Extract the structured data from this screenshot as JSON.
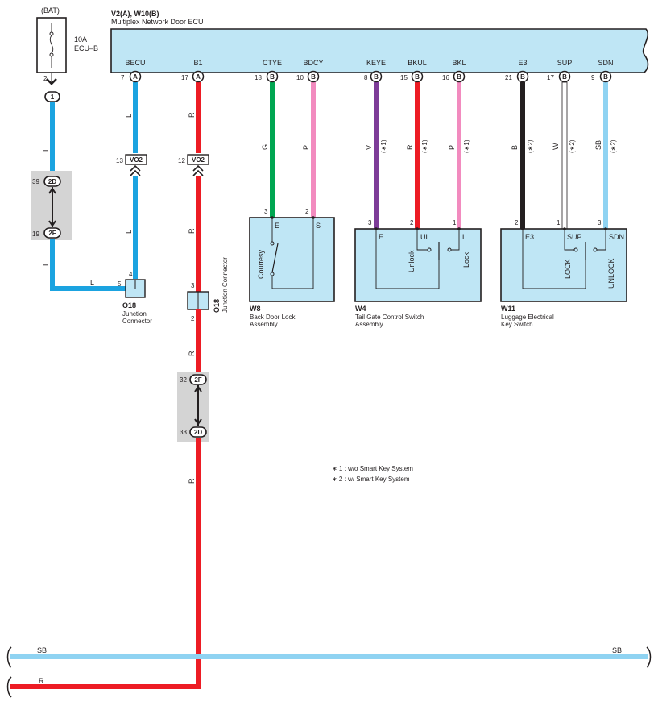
{
  "battery": {
    "label": "(BAT)",
    "fuse_rating": "10A",
    "fuse_name": "ECU–B",
    "pin_out": "2",
    "connector": "1"
  },
  "ecu": {
    "title": "V2(A), W10(B)",
    "subtitle": "Multiplex Network Door ECU",
    "terminals": [
      {
        "name": "BECU",
        "pin": "7",
        "conn": "A"
      },
      {
        "name": "B1",
        "pin": "17",
        "conn": "A"
      },
      {
        "name": "CTYE",
        "pin": "18",
        "conn": "B"
      },
      {
        "name": "BDCY",
        "pin": "10",
        "conn": "B"
      },
      {
        "name": "KEYE",
        "pin": "8",
        "conn": "B"
      },
      {
        "name": "BKUL",
        "pin": "15",
        "conn": "B"
      },
      {
        "name": "BKL",
        "pin": "16",
        "conn": "B"
      },
      {
        "name": "E3",
        "pin": "21",
        "conn": "B"
      },
      {
        "name": "SUP",
        "pin": "17",
        "conn": "B"
      },
      {
        "name": "SDN",
        "pin": "9",
        "conn": "B"
      }
    ]
  },
  "wires": {
    "becu": "L",
    "b1": "R",
    "ctye": "G",
    "bdcy": "P",
    "keye": "V",
    "bkul": "R",
    "bkl": "P",
    "e3": "B",
    "sup": "W",
    "sdn": "SB",
    "bat_feed": "L",
    "bat_lower": "L",
    "junction_l": "L",
    "b1_lower": "R",
    "b1_bottom": "R",
    "bus_sb": "SB",
    "bus_r": "R"
  },
  "footnote_marks": {
    "star1": "(∗1)",
    "star2": "(∗2)"
  },
  "inline_connectors": {
    "bat_2d": {
      "pin": "39",
      "label": "2D"
    },
    "bat_2f": {
      "pin": "19",
      "label": "2F"
    },
    "becu_vo2": {
      "pin": "13",
      "label": "VO2"
    },
    "b1_vo2": {
      "pin": "12",
      "label": "VO2"
    },
    "b1_2f": {
      "pin": "32",
      "label": "2F"
    },
    "b1_2d": {
      "pin": "33",
      "label": "2D"
    }
  },
  "junction_becu": {
    "id": "O18",
    "line1": "Junction",
    "line2": "Connector",
    "pin_top": "4",
    "pin_left": "5"
  },
  "junction_b1": {
    "id": "O18",
    "text": "Junction Connector",
    "pin_top": "3",
    "pin_bottom": "2"
  },
  "components": {
    "w8": {
      "id": "W8",
      "line1": "Back Door Lock",
      "line2": "Assembly",
      "pin_e": "3",
      "pin_s": "2",
      "term_e": "E",
      "term_s": "S",
      "switch": "Courtesy"
    },
    "w4": {
      "id": "W4",
      "line1": "Tail Gate Control Switch",
      "line2": "Assembly",
      "pin_e": "3",
      "pin_ul": "2",
      "pin_l": "1",
      "term_e": "E",
      "term_ul": "UL",
      "term_l": "L",
      "sw_unlock": "Unlock",
      "sw_lock": "Lock"
    },
    "w11": {
      "id": "W11",
      "line1": "Luggage Electrical",
      "line2": "Key Switch",
      "pin_e3": "2",
      "pin_sup": "1",
      "pin_sdn": "3",
      "term_e3": "E3",
      "term_sup": "SUP",
      "term_sdn": "SDN",
      "sw_lock": "LOCK",
      "sw_unlock": "UNLOCK"
    }
  },
  "notes": [
    "∗ 1 : w/o Smart Key System",
    "∗ 2 : w/ Smart Key System"
  ],
  "colors": {
    "L": "#1ba3e0",
    "R": "#ed1c24",
    "G": "#00a651",
    "P": "#f28bbf",
    "V": "#7d3c98",
    "B": "#231f20",
    "W": "#ffffff",
    "SB": "#8fd3f2",
    "component_fill": "#bfe6f5",
    "shade": "#d4d4d4"
  }
}
